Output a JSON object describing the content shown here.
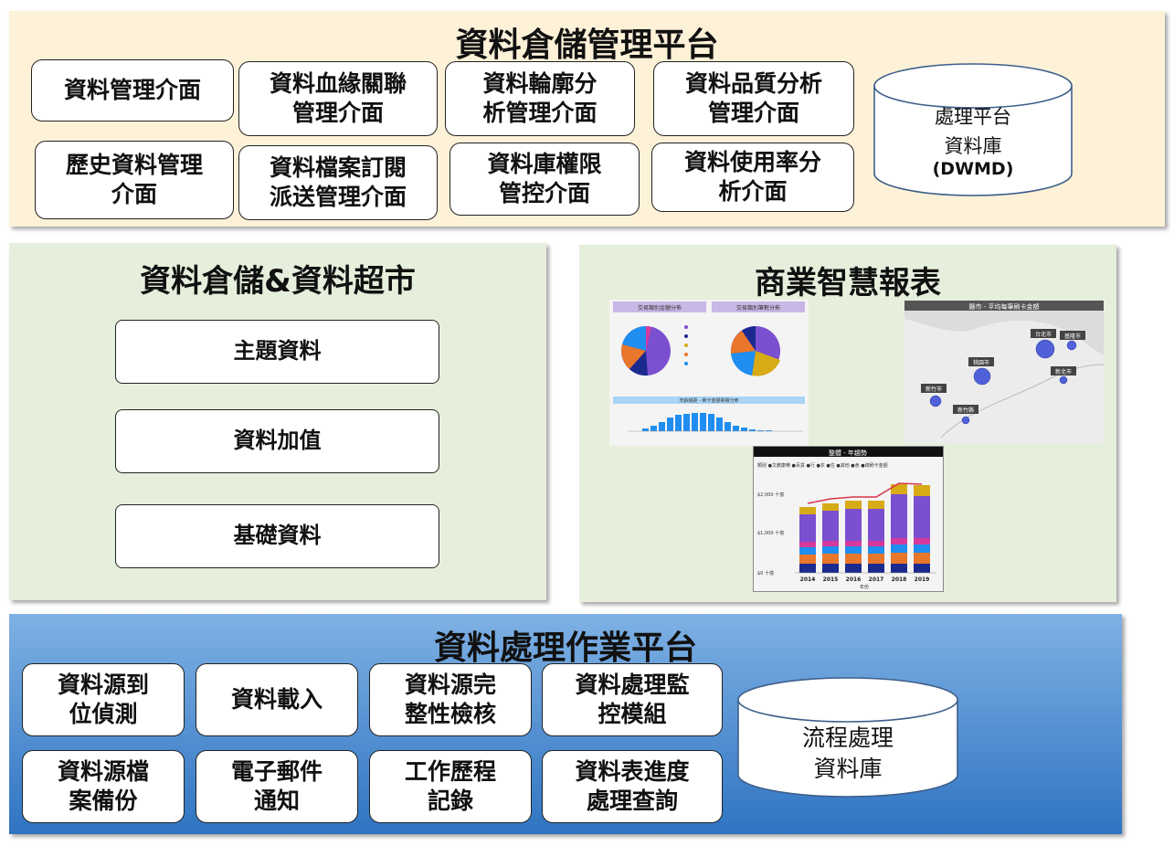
{
  "top": {
    "title": "資料倉儲管理平台",
    "boxes": [
      "資料管理介面",
      "資料血緣關聯\n管理介面",
      "資料輪廓分\n析管理介面",
      "資料品質分析\n管理介面",
      "歷史資料管理\n介面",
      "資料檔案訂閱\n派送管理介面",
      "資料庫權限\n管控介面",
      "資料使用率分\n析介面"
    ],
    "db_line1": "處理平台",
    "db_line2": "資料庫",
    "db_line3": "(DWMD)"
  },
  "warehouse": {
    "title": "資料倉儲&資料超市",
    "boxes": [
      "主題資料",
      "資料加值",
      "基礎資料"
    ]
  },
  "bi": {
    "title": "商業智慧報表",
    "pie1_title": "交易類別金額分佈",
    "pie2_title": "交易類別筆數分佈",
    "hist_title": "年齡組距 - 刷卡金額累積分佈",
    "map_title": "縣市 - 平均每筆刷卡金額",
    "map_labels": [
      "台北市",
      "基隆市",
      "桃園市",
      "新北市",
      "新竹市",
      "新竹縣"
    ],
    "trend_title": "整體 - 年趨勢",
    "trend_legend": "類別 ●文教康樂 ●百貨 ●行 ●衣 ●住 ●其他 ●食 ●總刷卡金額",
    "trend_years": [
      "2014",
      "2015",
      "2016",
      "2017",
      "2018",
      "2019"
    ],
    "trend_y_labels": [
      "$2,000 十億",
      "$1,000 十億",
      "$0 十億"
    ],
    "trend_xlabel": "年份"
  },
  "processing": {
    "title": "資料處理作業平台",
    "boxes": [
      "資料源到\n位偵測",
      "資料載入",
      "資料源完\n整性檢核",
      "資料處理監\n控模組",
      "資料源檔\n案備份",
      "電子郵件\n通知",
      "工作歷程\n記錄",
      "資料表進度\n處理查詢"
    ],
    "db_line1": "流程處理",
    "db_line2": "資料庫"
  },
  "colors": {
    "top_bg": "#fdf1d8",
    "green_bg": "#e6efdc",
    "blue_top": "#7fb1e4",
    "blue_bottom": "#2f74c2"
  }
}
